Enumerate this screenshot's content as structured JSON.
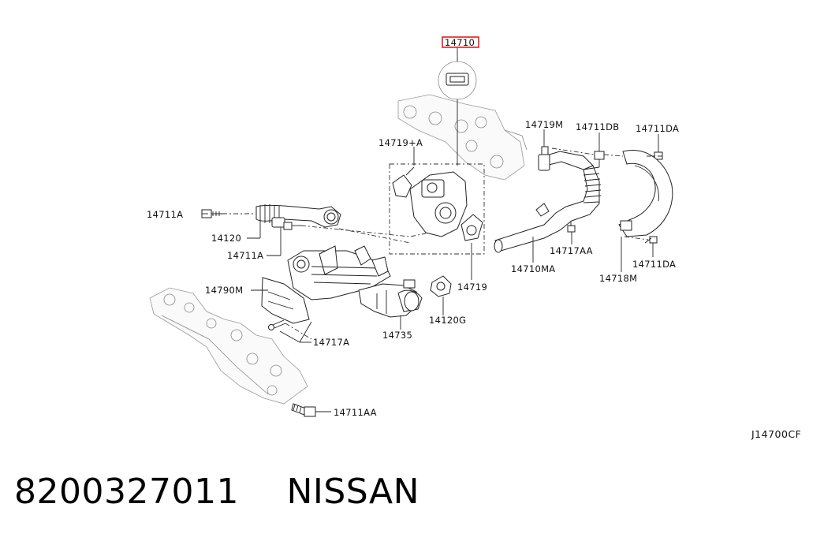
{
  "diagram": {
    "highlight_color": "#e02020",
    "highlighted_part": "14710",
    "labels": {
      "p14710": "14710",
      "p14719M": "14719M",
      "p14711DB": "14711DB",
      "p14711DA_top": "14711DA",
      "p14719A": "14719+A",
      "p14711A_left": "14711A",
      "p14120": "14120",
      "p14711A_mid": "14711A",
      "p14790M": "14790M",
      "p14717A": "14717A",
      "p14735": "14735",
      "p14120G": "14120G",
      "p14719": "14719",
      "p14710MA": "14710MA",
      "p14717AA": "14717AA",
      "p14718M": "14718M",
      "p14711DA_bottom": "14711DA",
      "p14711AA": "14711AA"
    },
    "drawing_code": "J14700CF"
  },
  "footer": {
    "part_number": "8200327011",
    "brand": "NISSAN"
  }
}
